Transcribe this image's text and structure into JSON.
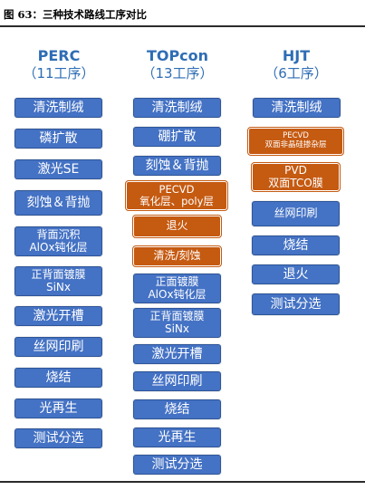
{
  "figure_title": "图 63：三种技术路线工序对比",
  "colors": {
    "header": "#2e6db5",
    "blue_step": "#4472c4",
    "orange_step": "#c55a11"
  },
  "columns": [
    {
      "name": "PERC",
      "count": "（11工序）",
      "steps": [
        {
          "label": "清洗制绒",
          "color": "blue"
        },
        {
          "label": "磷扩散",
          "color": "blue"
        },
        {
          "label": "激光SE",
          "color": "blue"
        },
        {
          "label": "刻蚀＆背抛",
          "color": "blue"
        },
        {
          "label": "背面沉积\nAlOx钝化层",
          "color": "blue"
        },
        {
          "label": "正背面镀膜\nSiNx",
          "color": "blue"
        },
        {
          "label": "激光开槽",
          "color": "blue"
        },
        {
          "label": "丝网印刷",
          "color": "blue"
        },
        {
          "label": "烧结",
          "color": "blue"
        },
        {
          "label": "光再生",
          "color": "blue"
        },
        {
          "label": "测试分选",
          "color": "blue"
        }
      ]
    },
    {
      "name": "TOPcon",
      "count": "（13工序）",
      "steps": [
        {
          "label": "清洗制绒",
          "color": "blue"
        },
        {
          "label": "硼扩散",
          "color": "blue"
        },
        {
          "label": "刻蚀＆背抛",
          "color": "blue"
        },
        {
          "label": "PECVD\n氧化层、poly层",
          "color": "orange"
        },
        {
          "label": "退火",
          "color": "orange"
        },
        {
          "label": "清洗/刻蚀",
          "color": "orange"
        },
        {
          "label": "正面镀膜\nAlOx钝化层",
          "color": "blue"
        },
        {
          "label": "正背面镀膜\nSiNx",
          "color": "blue"
        },
        {
          "label": "激光开槽",
          "color": "blue"
        },
        {
          "label": "丝网印刷",
          "color": "blue"
        },
        {
          "label": "烧结",
          "color": "blue"
        },
        {
          "label": "光再生",
          "color": "blue"
        },
        {
          "label": "测试分选",
          "color": "blue"
        }
      ]
    },
    {
      "name": "HJT",
      "count": "（6工序）",
      "steps": [
        {
          "label": "清洗制绒",
          "color": "blue"
        },
        {
          "label": "PECVD\n双面非晶硅掺杂层",
          "color": "orange"
        },
        {
          "label": "PVD\n双面TCO膜",
          "color": "orange"
        },
        {
          "label": "丝网印刷",
          "color": "blue"
        },
        {
          "label": "烧结",
          "color": "blue"
        },
        {
          "label": "退火",
          "color": "blue"
        },
        {
          "label": "测试分选",
          "color": "blue"
        }
      ]
    }
  ]
}
